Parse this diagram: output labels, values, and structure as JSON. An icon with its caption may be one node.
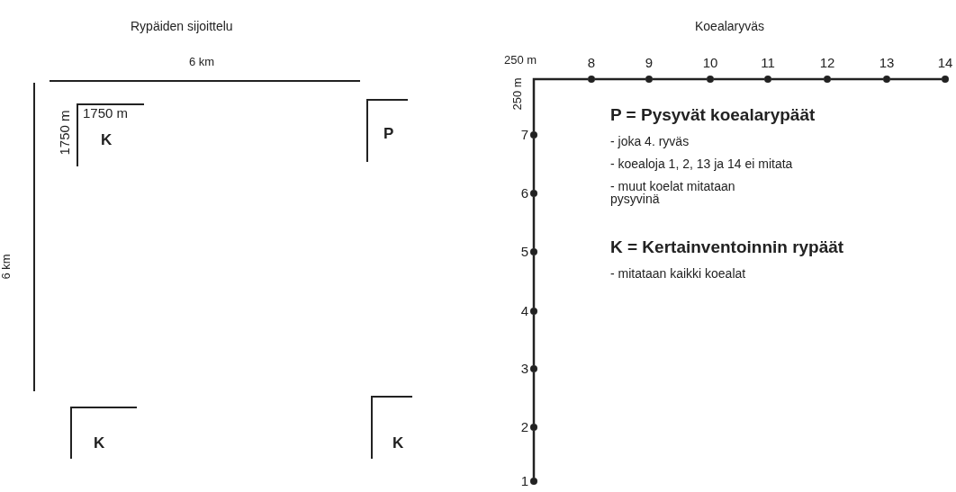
{
  "diagram": {
    "nodes": [
      {
        "text": [
          "K"
        ]
      },
      {
        "text": [
          "P"
        ]
      },
      {
        "text": [
          "K"
        ]
      },
      {
        "text": [
          "K"
        ]
      },
      {
        "text": [],
        "shape": "circle",
        "beside": [
          "1"
        ]
      },
      {
        "text": [],
        "shape": "circle",
        "beside": [
          "2"
        ]
      },
      {
        "text": [],
        "shape": "circle",
        "beside": [
          "3"
        ]
      },
      {
        "text": [],
        "shape": "circle",
        "beside": [
          "4"
        ]
      },
      {
        "text": [],
        "shape": "circle",
        "beside": [
          "5"
        ]
      },
      {
        "text": [],
        "shape": "circle",
        "beside": [
          "6"
        ]
      },
      {
        "text": [],
        "shape": "circle",
        "beside": [
          "7"
        ]
      },
      {
        "text": [],
        "shape": "circle",
        "beside": [
          "8"
        ]
      },
      {
        "text": [],
        "shape": "circle",
        "beside": [
          "9"
        ]
      },
      {
        "text": [],
        "shape": "circle",
        "beside": [
          "10"
        ]
      },
      {
        "text": [],
        "shape": "circle",
        "beside": [
          "11"
        ]
      },
      {
        "text": [],
        "shape": "circle",
        "beside": [
          "12"
        ]
      },
      {
        "text": [],
        "shape": "circle",
        "beside": [
          "13"
        ]
      },
      {
        "text": [],
        "shape": "circle",
        "beside": [
          "14"
        ]
      }
    ],
    "edges": [
      {
        "from": 4,
        "to": 5,
        "arrow": "none"
      },
      {
        "from": 5,
        "to": 6,
        "arrow": "none"
      },
      {
        "from": 6,
        "to": 7,
        "arrow": "none"
      },
      {
        "from": 7,
        "to": 8,
        "arrow": "none"
      },
      {
        "from": 8,
        "to": 9,
        "arrow": "none"
      },
      {
        "from": 9,
        "to": 10,
        "arrow": "none"
      },
      {
        "from": 10,
        "to": 11,
        "arrow": "none"
      },
      {
        "from": 11,
        "to": 12,
        "arrow": "none"
      },
      {
        "from": 12,
        "to": 13,
        "arrow": "none"
      },
      {
        "from": 13,
        "to": 14,
        "arrow": "none"
      },
      {
        "from": 14,
        "to": 15,
        "arrow": "none"
      },
      {
        "from": 15,
        "to": 16,
        "arrow": "none"
      },
      {
        "from": 16,
        "to": 17,
        "arrow": "none"
      }
    ],
    "labels": [
      "Rypäiden sijoittelu",
      "Koealaryväs",
      "6 km",
      "6 km",
      "1750 m",
      "1750 m",
      "250 m",
      "250 m",
      "P = Pysyvät koealarypäät",
      "- joka 4. ryväs",
      "- koealoja 1, 2, 13 ja 14 ei mitata",
      "- muut koelat mitataan pysyvinä",
      "K = Kertainventoinnin rypäät",
      "- mitataan kaikki koealat"
    ]
  }
}
